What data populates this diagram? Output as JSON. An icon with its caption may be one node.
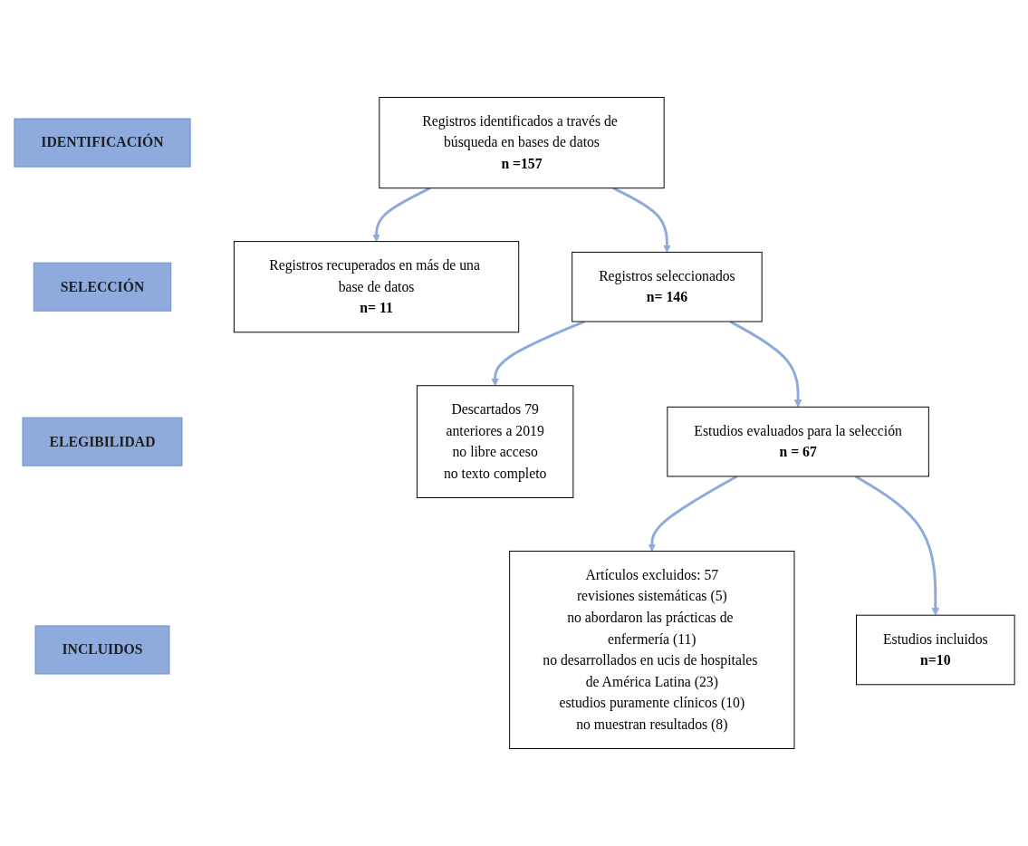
{
  "diagram": {
    "nodes": [
      {
        "text": [
          "IDENTIFICACIÓN"
        ]
      },
      {
        "text": [
          "Registros identificados a través de búsqueda en bases de datos",
          "n =157"
        ]
      },
      {
        "text": [
          "Registros recuperados en más de una base de datos",
          "n= 11"
        ]
      },
      {
        "text": [
          "SELECCIÓN"
        ]
      },
      {
        "text": [
          "Registros seleccionados",
          "n= 146"
        ]
      },
      {
        "text": [
          "Descartados 79",
          "anteriores a 2019",
          "no libre acceso",
          "no texto completo"
        ]
      },
      {
        "text": [
          "ELEGIBILIDAD"
        ]
      },
      {
        "text": [
          "Estudios evaluados para la selección",
          "n = 67"
        ]
      },
      {
        "text": [
          "Artículos excluidos: 57",
          "revisiones sistemáticas (5)",
          "no abordaron las prácticas de enfermería (11)",
          "no desarrollados en ucis de hospitales de América Latina (23)",
          "estudios puramente clínicos (10)",
          "no muestran resultados (8)"
        ]
      },
      {
        "text": [
          "INCLUIDOS"
        ]
      },
      {
        "text": [
          "Estudios incluidos",
          "n=10"
        ]
      }
    ],
    "edges": [
      {
        "from": 1,
        "to": 2,
        "arrow": "to"
      },
      {
        "from": 1,
        "to": 4,
        "arrow": "to"
      },
      {
        "from": 4,
        "to": 5,
        "arrow": "to"
      },
      {
        "from": 4,
        "to": 7,
        "arrow": "to"
      },
      {
        "from": 7,
        "to": 8,
        "arrow": "to"
      },
      {
        "from": 7,
        "to": 10,
        "arrow": "to"
      }
    ]
  }
}
